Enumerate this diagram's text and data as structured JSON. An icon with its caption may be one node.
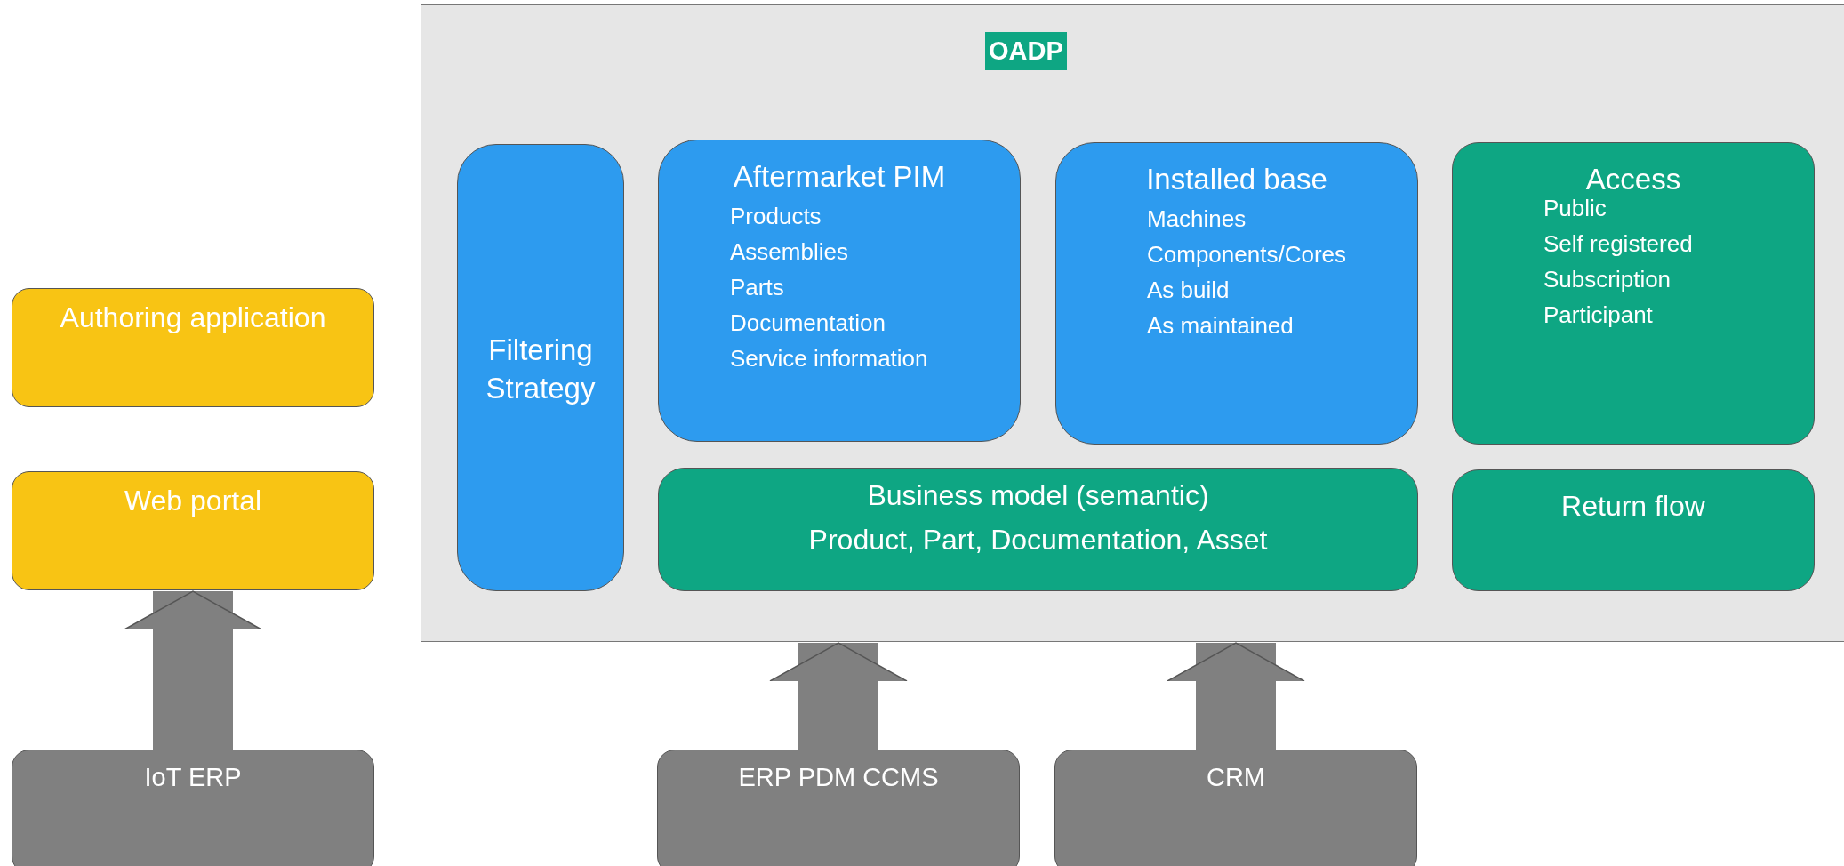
{
  "diagram": {
    "nodes": [
      {
        "text": [
          "OADP"
        ]
      },
      {
        "text": [
          "Filtering Strategy"
        ],
        "in": 0
      },
      {
        "text": [
          "Aftermarket PIM",
          "Products",
          "Assemblies",
          "Parts",
          "Documentation",
          "Service information"
        ],
        "in": 0
      },
      {
        "text": [
          "Installed base",
          "Machines",
          "Components/Cores",
          "As build",
          "As maintained"
        ],
        "in": 0
      },
      {
        "text": [
          "Access",
          "Public",
          "Self registered",
          "Subscription",
          "Participant"
        ],
        "in": 0
      },
      {
        "text": [
          "Business model (semantic)",
          "Product, Part, Documentation, Asset"
        ],
        "in": 0
      },
      {
        "text": [
          "Return flow"
        ],
        "in": 0
      },
      {
        "text": [
          "Authoring application"
        ]
      },
      {
        "text": [
          "Web portal"
        ]
      },
      {
        "text": [
          "IoT ERP"
        ]
      },
      {
        "text": [
          "ERP PDM CCMS"
        ]
      },
      {
        "text": [
          "CRM"
        ]
      }
    ],
    "edges": [
      {
        "from": 9,
        "to": 8,
        "arrow": "to"
      },
      {
        "from": 10,
        "to": 0,
        "arrow": "to"
      },
      {
        "from": 11,
        "to": 0,
        "arrow": "to"
      }
    ]
  }
}
